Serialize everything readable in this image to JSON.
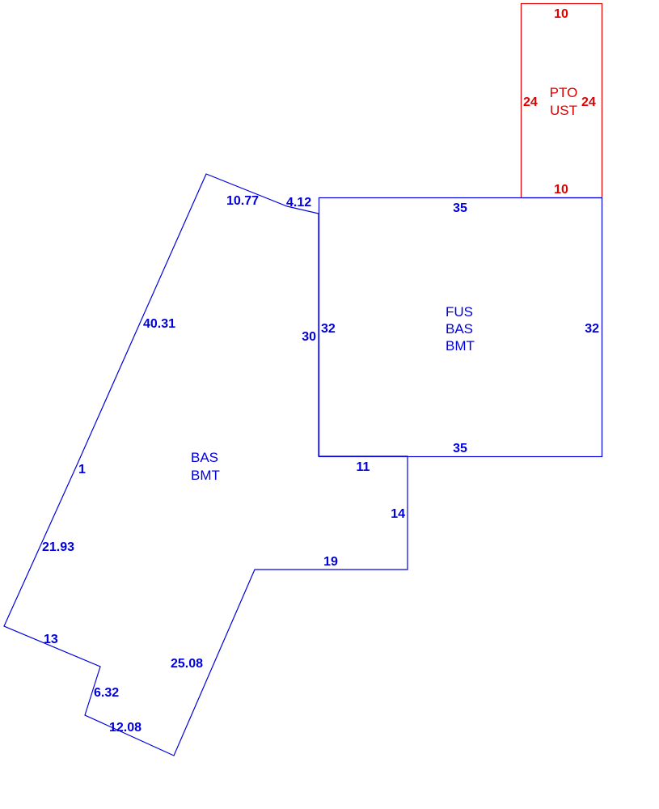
{
  "colors": {
    "main": "#0000dd",
    "patio": "#e00000"
  },
  "areas": {
    "patio": {
      "line1": "PTO",
      "line2": "UST"
    },
    "upper": {
      "line1": "FUS",
      "line2": "BAS",
      "line3": "BMT"
    },
    "lower": {
      "line1": "BAS",
      "line2": "BMT"
    }
  },
  "dimensions": {
    "patio_top": "10",
    "patio_bottom": "10",
    "patio_left": "24",
    "patio_right": "24",
    "upper_top": "35",
    "upper_bottom": "35",
    "upper_left": "32",
    "upper_right": "32",
    "left_inner": "30",
    "slope_top": "10.77",
    "slope_small": "4.12",
    "left_long": "40.31",
    "left_break": "1",
    "left_lower": "21.93",
    "bottom_step": "11",
    "right_drop": "14",
    "bottom_run": "19",
    "diag_bottom": "25.08",
    "base_left": "13",
    "notch": "6.32",
    "base_bottom": "12.08"
  }
}
